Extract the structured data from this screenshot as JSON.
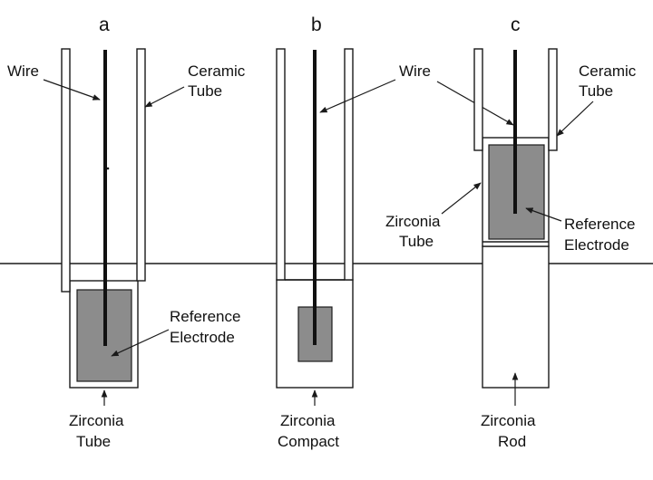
{
  "panels": {
    "a": {
      "letter": "a",
      "wire_label": "Wire",
      "ceramic_label_1": "Ceramic",
      "ceramic_label_2": "Tube",
      "electrode_label_1": "Reference",
      "electrode_label_2": "Electrode",
      "bottom_label_1": "Zirconia",
      "bottom_label_2": "Tube"
    },
    "b": {
      "letter": "b",
      "wire_label": "Wire",
      "bottom_label_1": "Zirconia",
      "bottom_label_2": "Compact"
    },
    "c": {
      "letter": "c",
      "ceramic_label_1": "Ceramic",
      "ceramic_label_2": "Tube",
      "zirconia_tube_label_1": "Zirconia",
      "zirconia_tube_label_2": "Tube",
      "electrode_label_1": "Reference",
      "electrode_label_2": "Electrode",
      "bottom_label_1": "Zirconia",
      "bottom_label_2": "Rod"
    }
  },
  "colors": {
    "electrode_fill": "#8c8c8c",
    "outline": "#1a1a1a"
  }
}
